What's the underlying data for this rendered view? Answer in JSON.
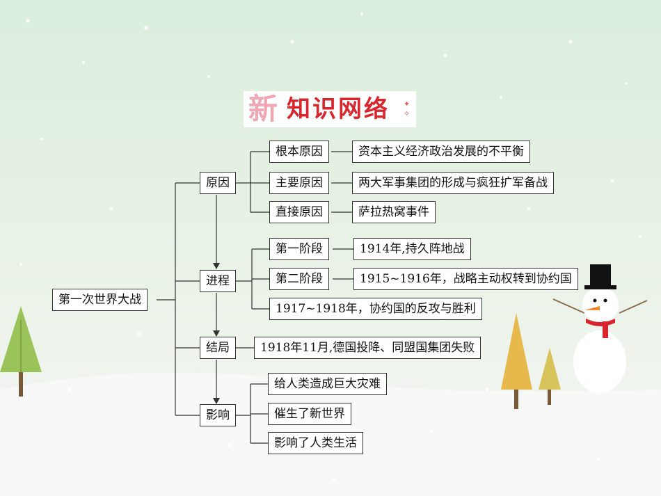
{
  "title": "知识网络",
  "title_icon_char": "新",
  "root": "第一次世界大战",
  "branches": {
    "cause": "原因",
    "process": "进程",
    "result": "结局",
    "impact": "影响"
  },
  "cause_items": [
    {
      "label": "根本原因",
      "detail": "资本主义经济政治发展的不平衡"
    },
    {
      "label": "主要原因",
      "detail": "两大军事集团的形成与疯狂扩军备战"
    },
    {
      "label": "直接原因",
      "detail": "萨拉热窝事件"
    }
  ],
  "process_items": [
    {
      "label": "第一阶段",
      "detail": "1914年,持久阵地战"
    },
    {
      "label": "第二阶段",
      "detail": "1915~1916年，战略主动权转到协约国"
    },
    {
      "label": "",
      "detail": "1917~1918年，协约国的反攻与胜利"
    }
  ],
  "result_detail": "1918年11月,德国投降、同盟国集团失败",
  "impact_items": [
    "给人类造成巨大灾难",
    "催生了新世界",
    "影响了人类生活"
  ],
  "colors": {
    "title_red": "#d9262e",
    "box_border": "#333333",
    "line": "#333333"
  }
}
